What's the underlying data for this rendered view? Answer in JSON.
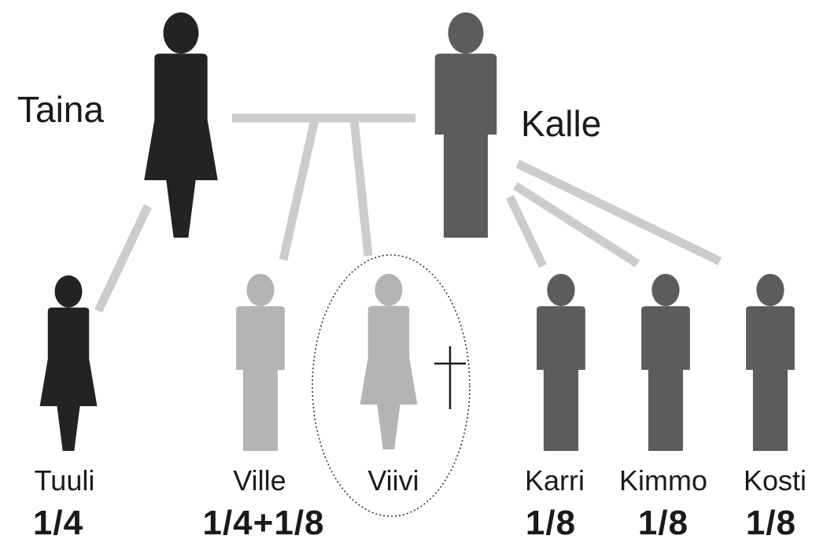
{
  "parents": [
    {
      "name": "Taina",
      "figure": "female",
      "color": "#232323"
    },
    {
      "name": "Kalle",
      "figure": "male",
      "color": "#5c5c5c"
    }
  ],
  "children": [
    {
      "name": "Tuuli",
      "share": "1/4",
      "figure": "female",
      "color": "#232323",
      "deceased": false
    },
    {
      "name": "Ville",
      "share": "1/4+1/8",
      "figure": "male",
      "color": "#b4b4b4",
      "deceased": false
    },
    {
      "name": "Viivi",
      "share": "",
      "figure": "female",
      "color": "#b4b4b4",
      "deceased": true
    },
    {
      "name": "Karri",
      "share": "1/8",
      "figure": "male",
      "color": "#5c5c5c",
      "deceased": false
    },
    {
      "name": "Kimmo",
      "share": "1/8",
      "figure": "male",
      "color": "#5c5c5c",
      "deceased": false
    },
    {
      "name": "Kosti",
      "share": "1/8",
      "figure": "male",
      "color": "#5c5c5c",
      "deceased": false
    }
  ],
  "colors": {
    "connector": "#cccccc",
    "text": "#1a1a1a"
  }
}
